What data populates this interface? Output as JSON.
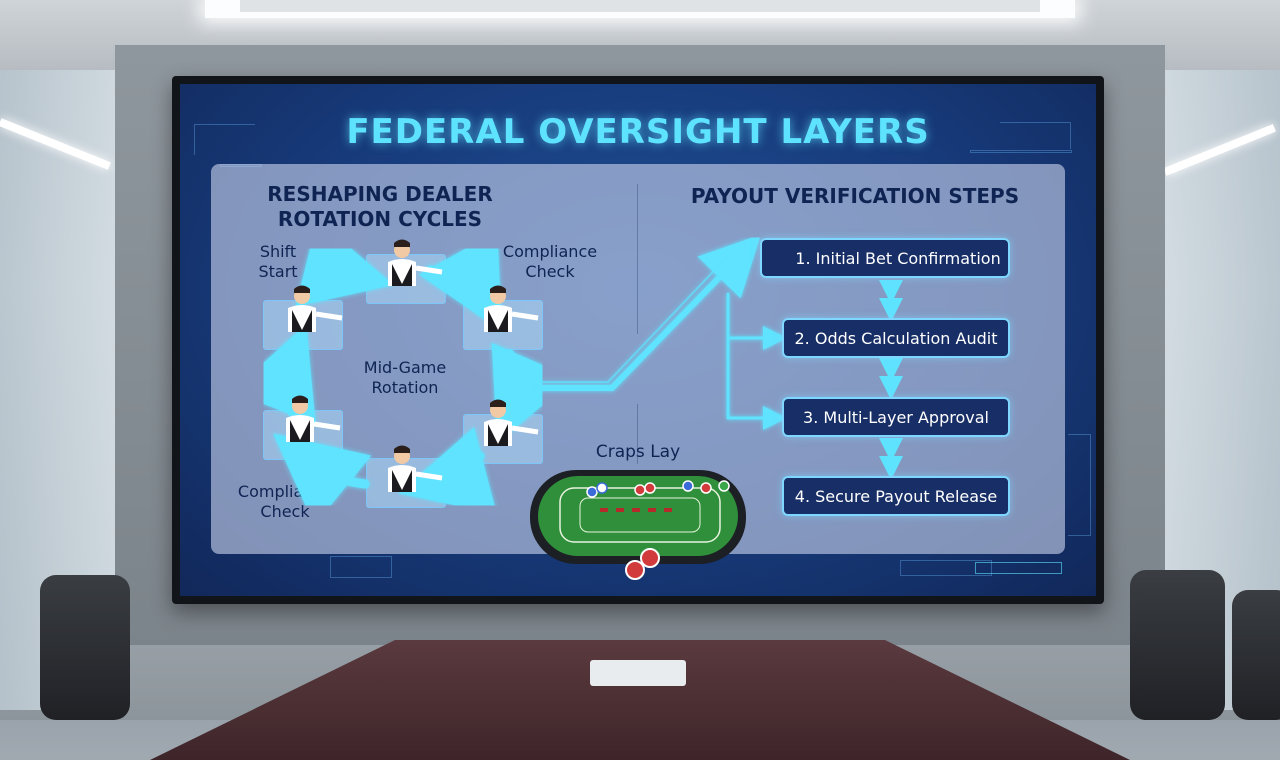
{
  "slide": {
    "title": "FEDERAL OVERSIGHT LAYERS",
    "left_section_title_line1": "RESHAPING DEALER",
    "left_section_title_line2": "ROTATION CYCLES",
    "right_section_title": "PAYOUT VERIFICATION STEPS",
    "cycle_labels": {
      "shift_start_l1": "Shift",
      "shift_start_l2": "Start",
      "compliance_top_l1": "Compliance",
      "compliance_top_l2": "Check",
      "mid_game_l1": "Mid-Game",
      "mid_game_l2": "Rotation",
      "compliance_bottom_l1": "Compliance",
      "compliance_bottom_l2": "Check"
    },
    "table_label": "Craps Lay",
    "steps": [
      {
        "label": "1. Initial Bet Confirmation",
        "icon": "check-circle-icon"
      },
      {
        "label": "2. Odds Calculation Audit"
      },
      {
        "label": "3. Multi-Layer Approval"
      },
      {
        "label": "4. Secure Payout Release"
      }
    ]
  },
  "colors": {
    "screen_bg": "#173a7a",
    "accent_cyan": "#5ee3ff",
    "button_bg": "#172e66",
    "text_dark": "#0f2452",
    "felt_green": "#2f8f3a"
  }
}
